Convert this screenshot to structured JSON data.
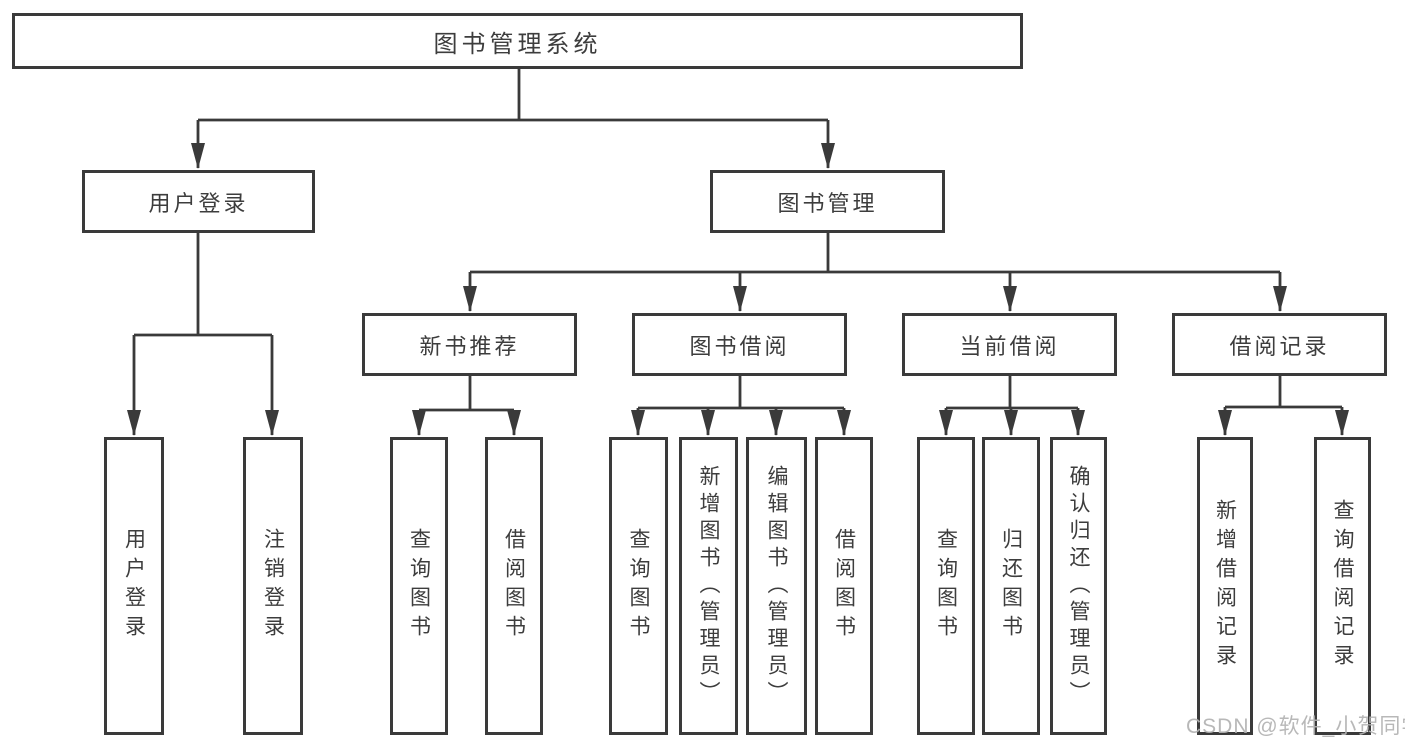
{
  "diagram": {
    "type": "hierarchy-tree",
    "nodes": {
      "root": "图书管理系统",
      "l2": [
        "用户登录",
        "图书管理"
      ],
      "l3": [
        "新书推荐",
        "图书借阅",
        "当前借阅",
        "借阅记录"
      ],
      "leaves": [
        "用户登录",
        "注销登录",
        "查询图书",
        "借阅图书",
        "查询图书",
        "新增图书（管理员）",
        "编辑图书（管理员）",
        "借阅图书",
        "查询图书",
        "归还图书",
        "确认归还（管理员）",
        "新增借阅记录",
        "查询借阅记录"
      ]
    },
    "hierarchy": {
      "图书管理系统": [
        "用户登录",
        "图书管理"
      ],
      "用户登录": [
        "用户登录",
        "注销登录"
      ],
      "图书管理": [
        "新书推荐",
        "图书借阅",
        "当前借阅",
        "借阅记录"
      ],
      "新书推荐": [
        "查询图书",
        "借阅图书"
      ],
      "图书借阅": [
        "查询图书",
        "新增图书（管理员）",
        "编辑图书（管理员）",
        "借阅图书"
      ],
      "当前借阅": [
        "查询图书",
        "归还图书",
        "确认归还（管理员）"
      ],
      "借阅记录": [
        "新增借阅记录",
        "查询借阅记录"
      ]
    },
    "colors": {
      "line": "#3a3a3a",
      "text": "#3d3d3d",
      "background": "#ffffff",
      "watermark": "#b3b3b3"
    }
  },
  "watermark": "CSDN @软件_小贺同学"
}
